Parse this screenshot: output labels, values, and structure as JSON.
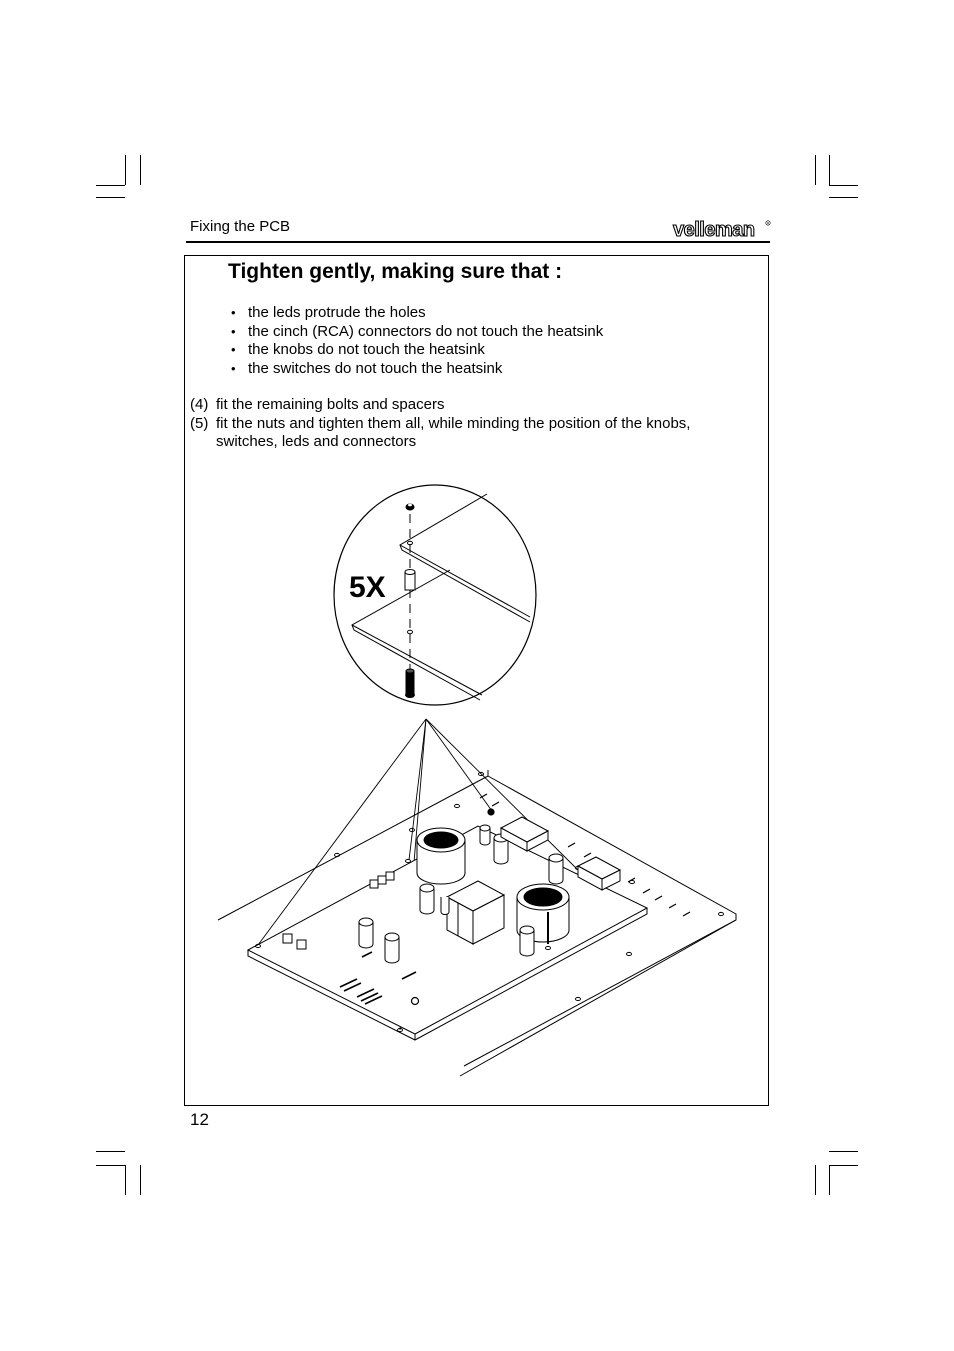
{
  "header": {
    "section_title": "Fixing the PCB",
    "brand": "velleman"
  },
  "main": {
    "heading": "Tighten gently, making sure that :",
    "bullets": [
      "the leds protrude the holes",
      "the cinch (RCA) connectors do not touch the heatsink",
      "the knobs do not touch the heatsink",
      "the switches do not touch the heatsink"
    ],
    "steps": [
      {
        "number": "(4)",
        "text": "fit the remaining bolts and spacers"
      },
      {
        "number": "(5)",
        "text": "fit the nuts and tighten them all, while minding the position of the knobs, switches, leds and connectors"
      }
    ]
  },
  "figure": {
    "quantity_label": "5X"
  },
  "footer": {
    "page_number": "12"
  }
}
